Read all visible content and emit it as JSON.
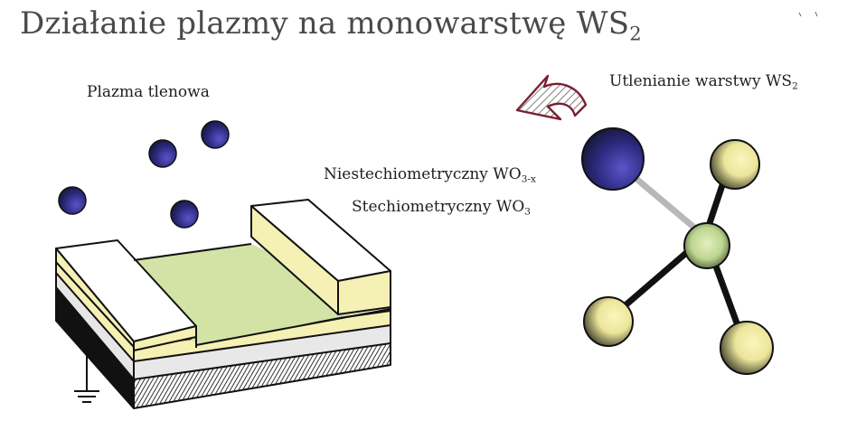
{
  "title": {
    "text": "Działanie plazmy na monowarstwę WS",
    "sub": "2"
  },
  "labels": {
    "plasma": "Plazma tlenowa",
    "oxidation": {
      "text": "Utlenianie warstwy WS",
      "sub": "2"
    },
    "nonstoichiometric": {
      "text": "Niestechiometryczny WO",
      "sub": "3-x"
    },
    "stoichiometric": {
      "text": "Stechiometryczny WO",
      "sub": "3"
    }
  },
  "colors": {
    "oxygen_atom": "#3a3a8c",
    "sulfur_atom": "#f1ec9e",
    "tungsten_atom": "#cfe0a4",
    "channel": "#d3e3a6",
    "electrode_side": "#f5f0b4",
    "arrow": "#7a1f33"
  },
  "icons": [
    "oxygen-atom-icon",
    "ground-symbol-icon",
    "curved-arrow-icon"
  ]
}
